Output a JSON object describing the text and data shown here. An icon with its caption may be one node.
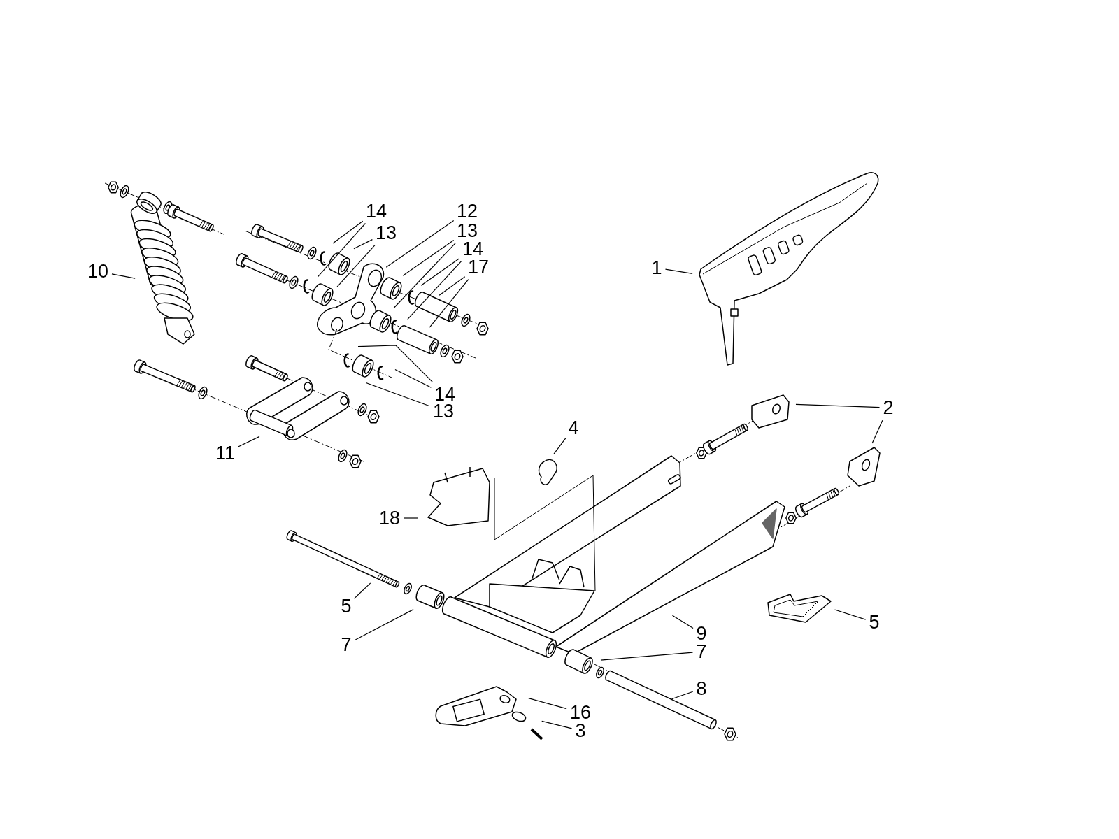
{
  "diagram": {
    "nodes": [
      {
        "text": [
          "14"
        ]
      },
      {
        "text": [
          "12"
        ]
      },
      {
        "text": [
          "13"
        ]
      },
      {
        "text": [
          "13"
        ]
      },
      {
        "text": [
          "14"
        ]
      },
      {
        "text": [
          "1"
        ]
      },
      {
        "text": [
          "17"
        ]
      },
      {
        "text": [
          "10"
        ]
      },
      {
        "text": [
          "14"
        ]
      },
      {
        "text": [
          "2"
        ]
      },
      {
        "text": [
          "13"
        ]
      },
      {
        "text": [
          "4"
        ]
      },
      {
        "text": [
          "11"
        ]
      },
      {
        "text": [
          "18"
        ]
      },
      {
        "text": [
          "5"
        ]
      },
      {
        "text": [
          "5"
        ]
      },
      {
        "text": [
          "9"
        ]
      },
      {
        "text": [
          "7"
        ]
      },
      {
        "text": [
          "7"
        ]
      },
      {
        "text": [
          "8"
        ]
      },
      {
        "text": [
          "16"
        ]
      },
      {
        "text": [
          "3"
        ]
      }
    ],
    "edges": [
      {
        "from": 0,
        "to": null,
        "arrow": "none"
      },
      {
        "from": 0,
        "to": null,
        "arrow": "none"
      },
      {
        "from": 2,
        "to": null,
        "arrow": "none"
      },
      {
        "from": 2,
        "to": null,
        "arrow": "none"
      },
      {
        "from": 1,
        "to": null,
        "arrow": "none"
      },
      {
        "from": 3,
        "to": null,
        "arrow": "none"
      },
      {
        "from": 3,
        "to": null,
        "arrow": "none"
      },
      {
        "from": 4,
        "to": null,
        "arrow": "none"
      },
      {
        "from": 4,
        "to": null,
        "arrow": "none"
      },
      {
        "from": 6,
        "to": null,
        "arrow": "none"
      },
      {
        "from": 6,
        "to": null,
        "arrow": "none"
      },
      {
        "from": 5,
        "to": null,
        "arrow": "none"
      },
      {
        "from": 7,
        "to": null,
        "arrow": "none"
      },
      {
        "from": 8,
        "to": null,
        "arrow": "none"
      },
      {
        "from": 8,
        "to": null,
        "arrow": "none"
      },
      {
        "from": 9,
        "to": null,
        "arrow": "none"
      },
      {
        "from": 9,
        "to": null,
        "arrow": "none"
      },
      {
        "from": 10,
        "to": null,
        "arrow": "none"
      },
      {
        "from": 11,
        "to": null,
        "arrow": "none"
      },
      {
        "from": 12,
        "to": null,
        "arrow": "none"
      },
      {
        "from": 13,
        "to": null,
        "arrow": "none"
      },
      {
        "from": 14,
        "to": null,
        "arrow": "none"
      },
      {
        "from": 15,
        "to": null,
        "arrow": "none"
      },
      {
        "from": 16,
        "to": null,
        "arrow": "none"
      },
      {
        "from": 17,
        "to": null,
        "arrow": "none"
      },
      {
        "from": 18,
        "to": null,
        "arrow": "none"
      },
      {
        "from": 19,
        "to": null,
        "arrow": "none"
      },
      {
        "from": 20,
        "to": null,
        "arrow": "none"
      },
      {
        "from": 21,
        "to": null,
        "arrow": "none"
      }
    ]
  }
}
